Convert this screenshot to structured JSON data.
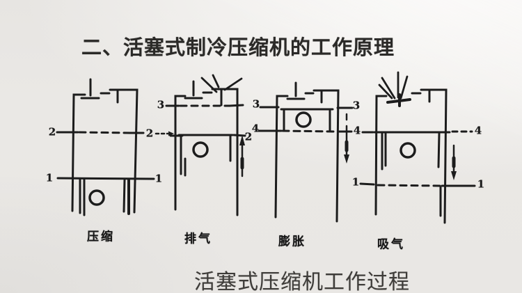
{
  "title": "二、活塞式制冷压缩机的工作原理",
  "footer_caption": "活塞式压缩机工作过程",
  "stages": [
    {
      "name": "compression",
      "label": "压缩"
    },
    {
      "name": "discharge",
      "label": "排气"
    },
    {
      "name": "expansion",
      "label": "膨胀"
    },
    {
      "name": "suction",
      "label": "吸气"
    }
  ],
  "markers": [
    {
      "text": "2"
    },
    {
      "text": "2"
    },
    {
      "text": "1"
    },
    {
      "text": "1"
    },
    {
      "text": "3"
    },
    {
      "text": "3"
    },
    {
      "text": "2"
    },
    {
      "text": "4"
    },
    {
      "text": "3"
    },
    {
      "text": "4"
    },
    {
      "text": "4"
    },
    {
      "text": "1"
    },
    {
      "text": "1"
    }
  ],
  "colors": {
    "ink": "#1c1c1c",
    "paper": "#e9e7e4",
    "title_text": "#2b2a28",
    "caption_text": "#3e3c39"
  }
}
